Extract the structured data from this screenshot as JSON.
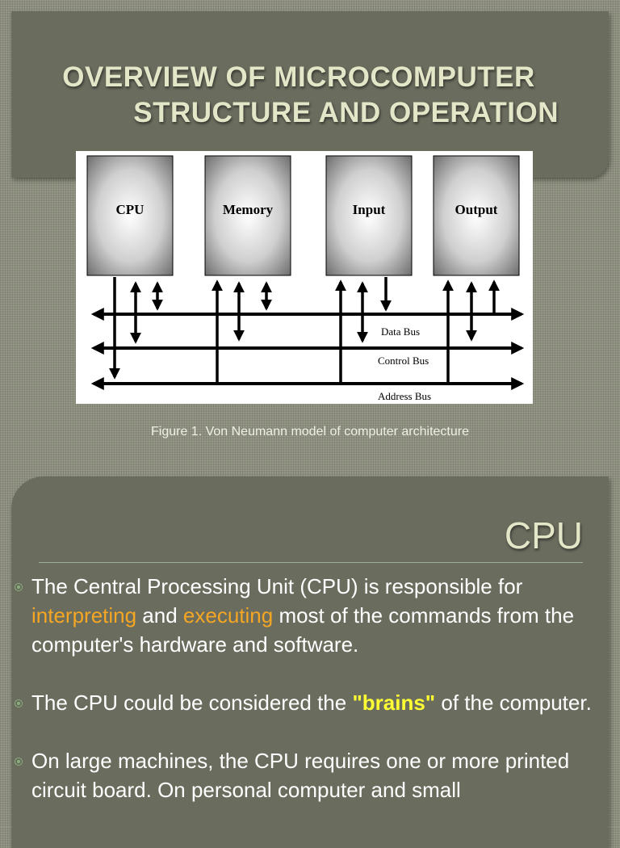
{
  "slide1": {
    "title_line1": "OVERVIEW OF MICROCOMPUTER",
    "title_line2": "STRUCTURE AND OPERATION",
    "diagram": {
      "blocks": [
        "CPU",
        "Memory",
        "Input",
        "Output"
      ],
      "buses": [
        "Data Bus",
        "Control Bus",
        "Address Bus"
      ]
    },
    "caption": "Figure 1. Von Neumann model of computer architecture"
  },
  "slide2": {
    "heading": "CPU",
    "bullet1": {
      "part1": "The Central Processing Unit (CPU) is responsible for ",
      "highlight1": "interpreting",
      "part2": " and ",
      "highlight2": "executing",
      "part3": " most of the commands from the computer's hardware and software."
    },
    "bullet2": {
      "part1": "The CPU could be considered the ",
      "highlight": "\"brains\"",
      "part2": " of the computer."
    },
    "bullet3": {
      "text": "On large machines, the CPU requires one or more printed circuit board. On personal computer and small"
    }
  },
  "colors": {
    "panel": "#6a6c5e",
    "title_text": "#e4e6c8",
    "highlight_orange": "#f5a623",
    "highlight_yellow": "#ffff33",
    "bullet_green": "#86b07e"
  }
}
